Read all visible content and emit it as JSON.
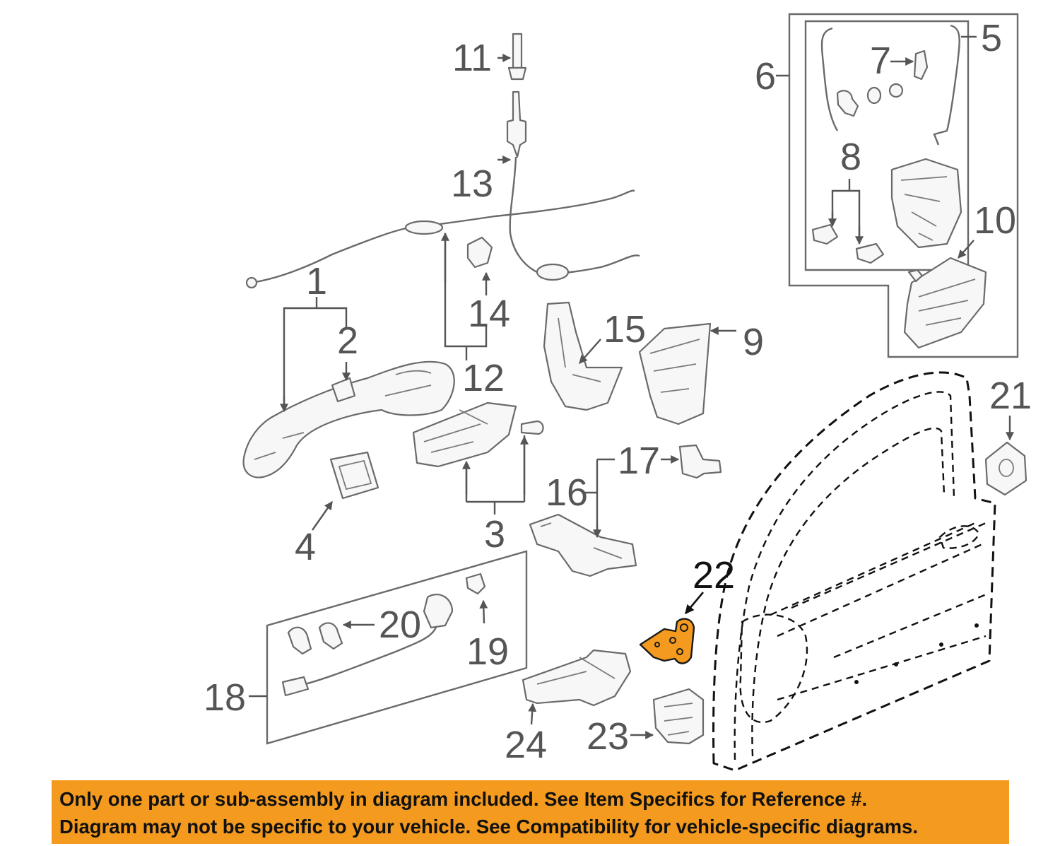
{
  "callouts": {
    "c1": "1",
    "c2": "2",
    "c3": "3",
    "c4": "4",
    "c5": "5",
    "c6": "6",
    "c7": "7",
    "c8": "8",
    "c9": "9",
    "c10": "10",
    "c11": "11",
    "c12": "12",
    "c13": "13",
    "c14": "14",
    "c15": "15",
    "c16": "16",
    "c17": "17",
    "c18": "18",
    "c19": "19",
    "c20": "20",
    "c21": "21",
    "c22": "22",
    "c23": "23",
    "c24": "24"
  },
  "highlighted_part": "22",
  "colors": {
    "highlight": "#f39a1f",
    "line_art": "#6a6a6a",
    "callout_text": "#555555"
  },
  "banner": {
    "line1": "Only one part or sub-assembly in diagram included. See Item Specifics for Reference #.",
    "line2": "Diagram may not be specific to your vehicle. See Compatibility for vehicle-specific diagrams."
  }
}
